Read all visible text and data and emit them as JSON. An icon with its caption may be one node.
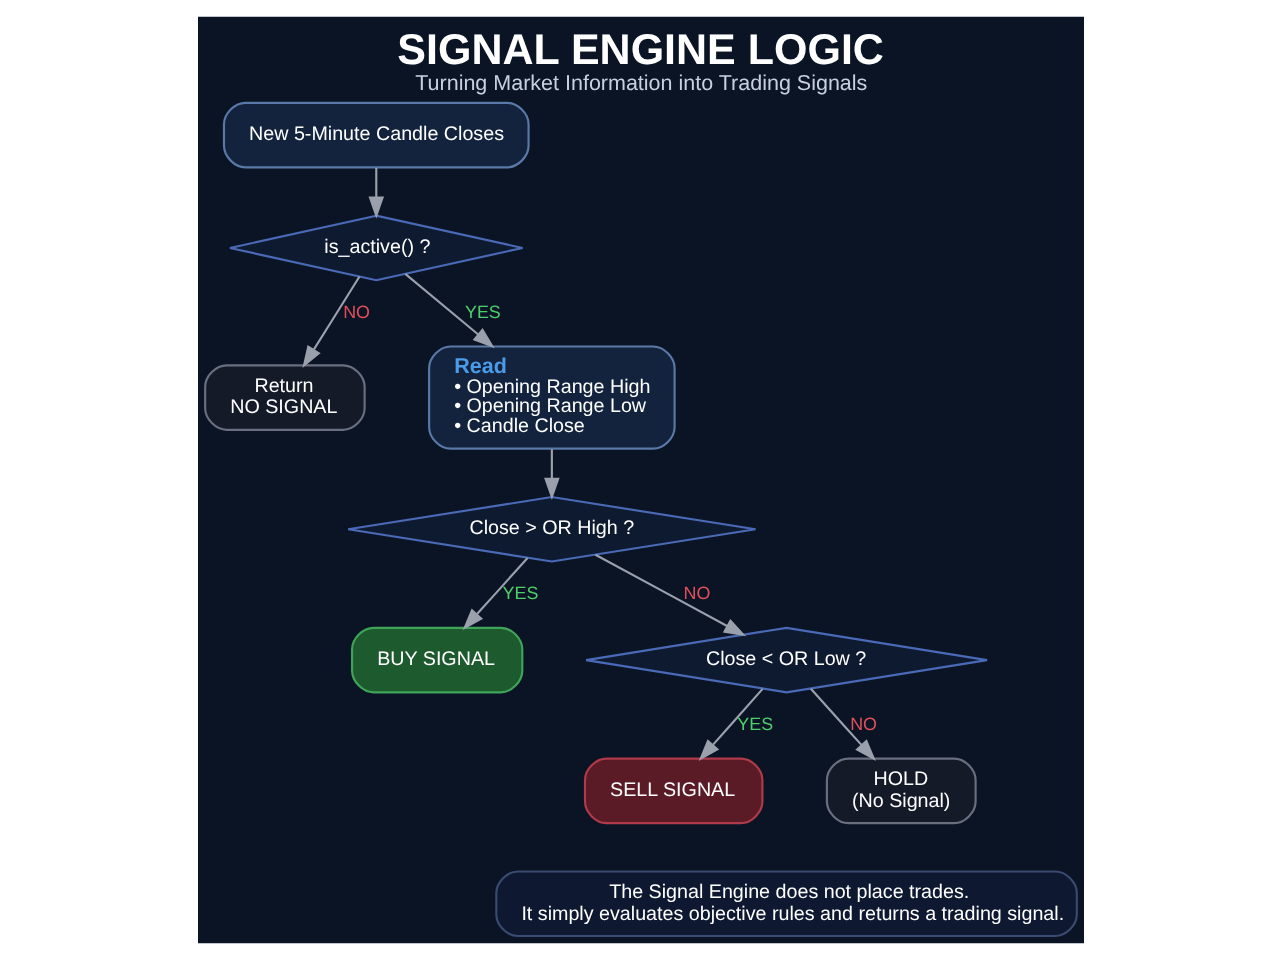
{
  "diagram": {
    "title": "SIGNAL ENGINE LOGIC",
    "caption": "Turning Market Information into Trading Signals",
    "nodes": [
      {
        "text": [
          "New 5-Minute Candle Closes"
        ]
      },
      {
        "text": [
          "is_active() ?"
        ]
      },
      {
        "text": [
          "Return",
          "NO SIGNAL"
        ]
      },
      {
        "text": [
          "Read",
          "• Opening Range High",
          "• Opening Range Low",
          "• Candle Close"
        ]
      },
      {
        "text": [
          "Close > OR High ?"
        ]
      },
      {
        "text": [
          "BUY SIGNAL"
        ]
      },
      {
        "text": [
          "Close < OR Low ?"
        ]
      },
      {
        "text": [
          "SELL SIGNAL"
        ]
      },
      {
        "text": [
          "HOLD",
          "(No Signal)"
        ]
      },
      {
        "text": [
          "The Signal Engine does not place trades.",
          "It simply evaluates objective rules and returns a trading signal."
        ]
      }
    ],
    "edges": [
      {
        "from": 0,
        "to": 1,
        "arrow": "to"
      },
      {
        "from": 1,
        "to": 2,
        "label": "NO",
        "arrow": "to"
      },
      {
        "from": 1,
        "to": 3,
        "label": "YES",
        "arrow": "to"
      },
      {
        "from": 3,
        "to": 4,
        "arrow": "to"
      },
      {
        "from": 4,
        "to": 5,
        "label": "YES",
        "arrow": "to"
      },
      {
        "from": 4,
        "to": 6,
        "label": "NO",
        "arrow": "to"
      },
      {
        "from": 6,
        "to": 7,
        "label": "YES",
        "arrow": "to"
      },
      {
        "from": 6,
        "to": 8,
        "label": "NO",
        "arrow": "to"
      }
    ]
  }
}
